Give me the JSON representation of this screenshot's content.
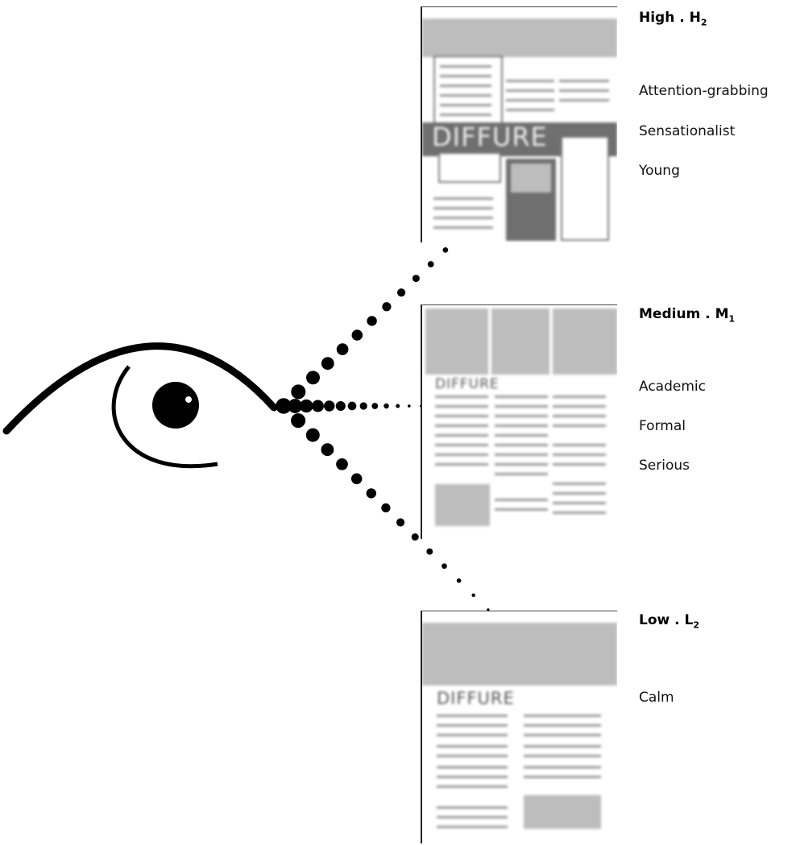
{
  "levels": [
    {
      "name": "High",
      "code": "H",
      "sub": "2",
      "descriptors": [
        "Attention-grabbing",
        "Sensationalist",
        "Young"
      ]
    },
    {
      "name": "Medium",
      "code": "M",
      "sub": "1",
      "descriptors": [
        "Academic",
        "Formal",
        "Serious"
      ]
    },
    {
      "name": "Low",
      "code": "L",
      "sub": "2",
      "descriptors": [
        "Calm"
      ]
    }
  ],
  "thumbnail_title": "DIFFURE",
  "colors": {
    "ink": "#000000",
    "thumb_gray": "#bdbdbd",
    "thumb_dark": "#6f6f6f"
  },
  "icons": [
    "eye-icon"
  ]
}
